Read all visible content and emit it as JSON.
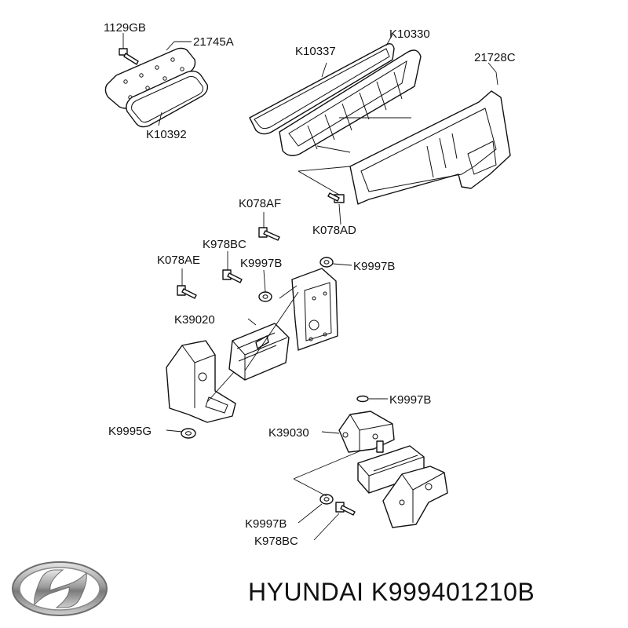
{
  "brand": {
    "logo": "hyundai-logo",
    "caption": "HYUNDAI K999401210B"
  },
  "labels": {
    "p1129GB": "1129GB",
    "p21745A": "21745A",
    "p10392": "K10392",
    "p10337": "K10337",
    "p10330": "K10330",
    "p21728C": "21728C",
    "k078AF": "K078AF",
    "k078AD": "K078AD",
    "k978BC_top": "K978BC",
    "k078AE": "K078AE",
    "k9997B_a": "K9997B",
    "k9997B_b": "K9997B",
    "k39020": "K39020",
    "k9997B_c": "K9997B",
    "k9995G": "K9995G",
    "k39030": "K39030",
    "k9997B_d": "K9997B",
    "k978BC_bot": "K978BC"
  }
}
